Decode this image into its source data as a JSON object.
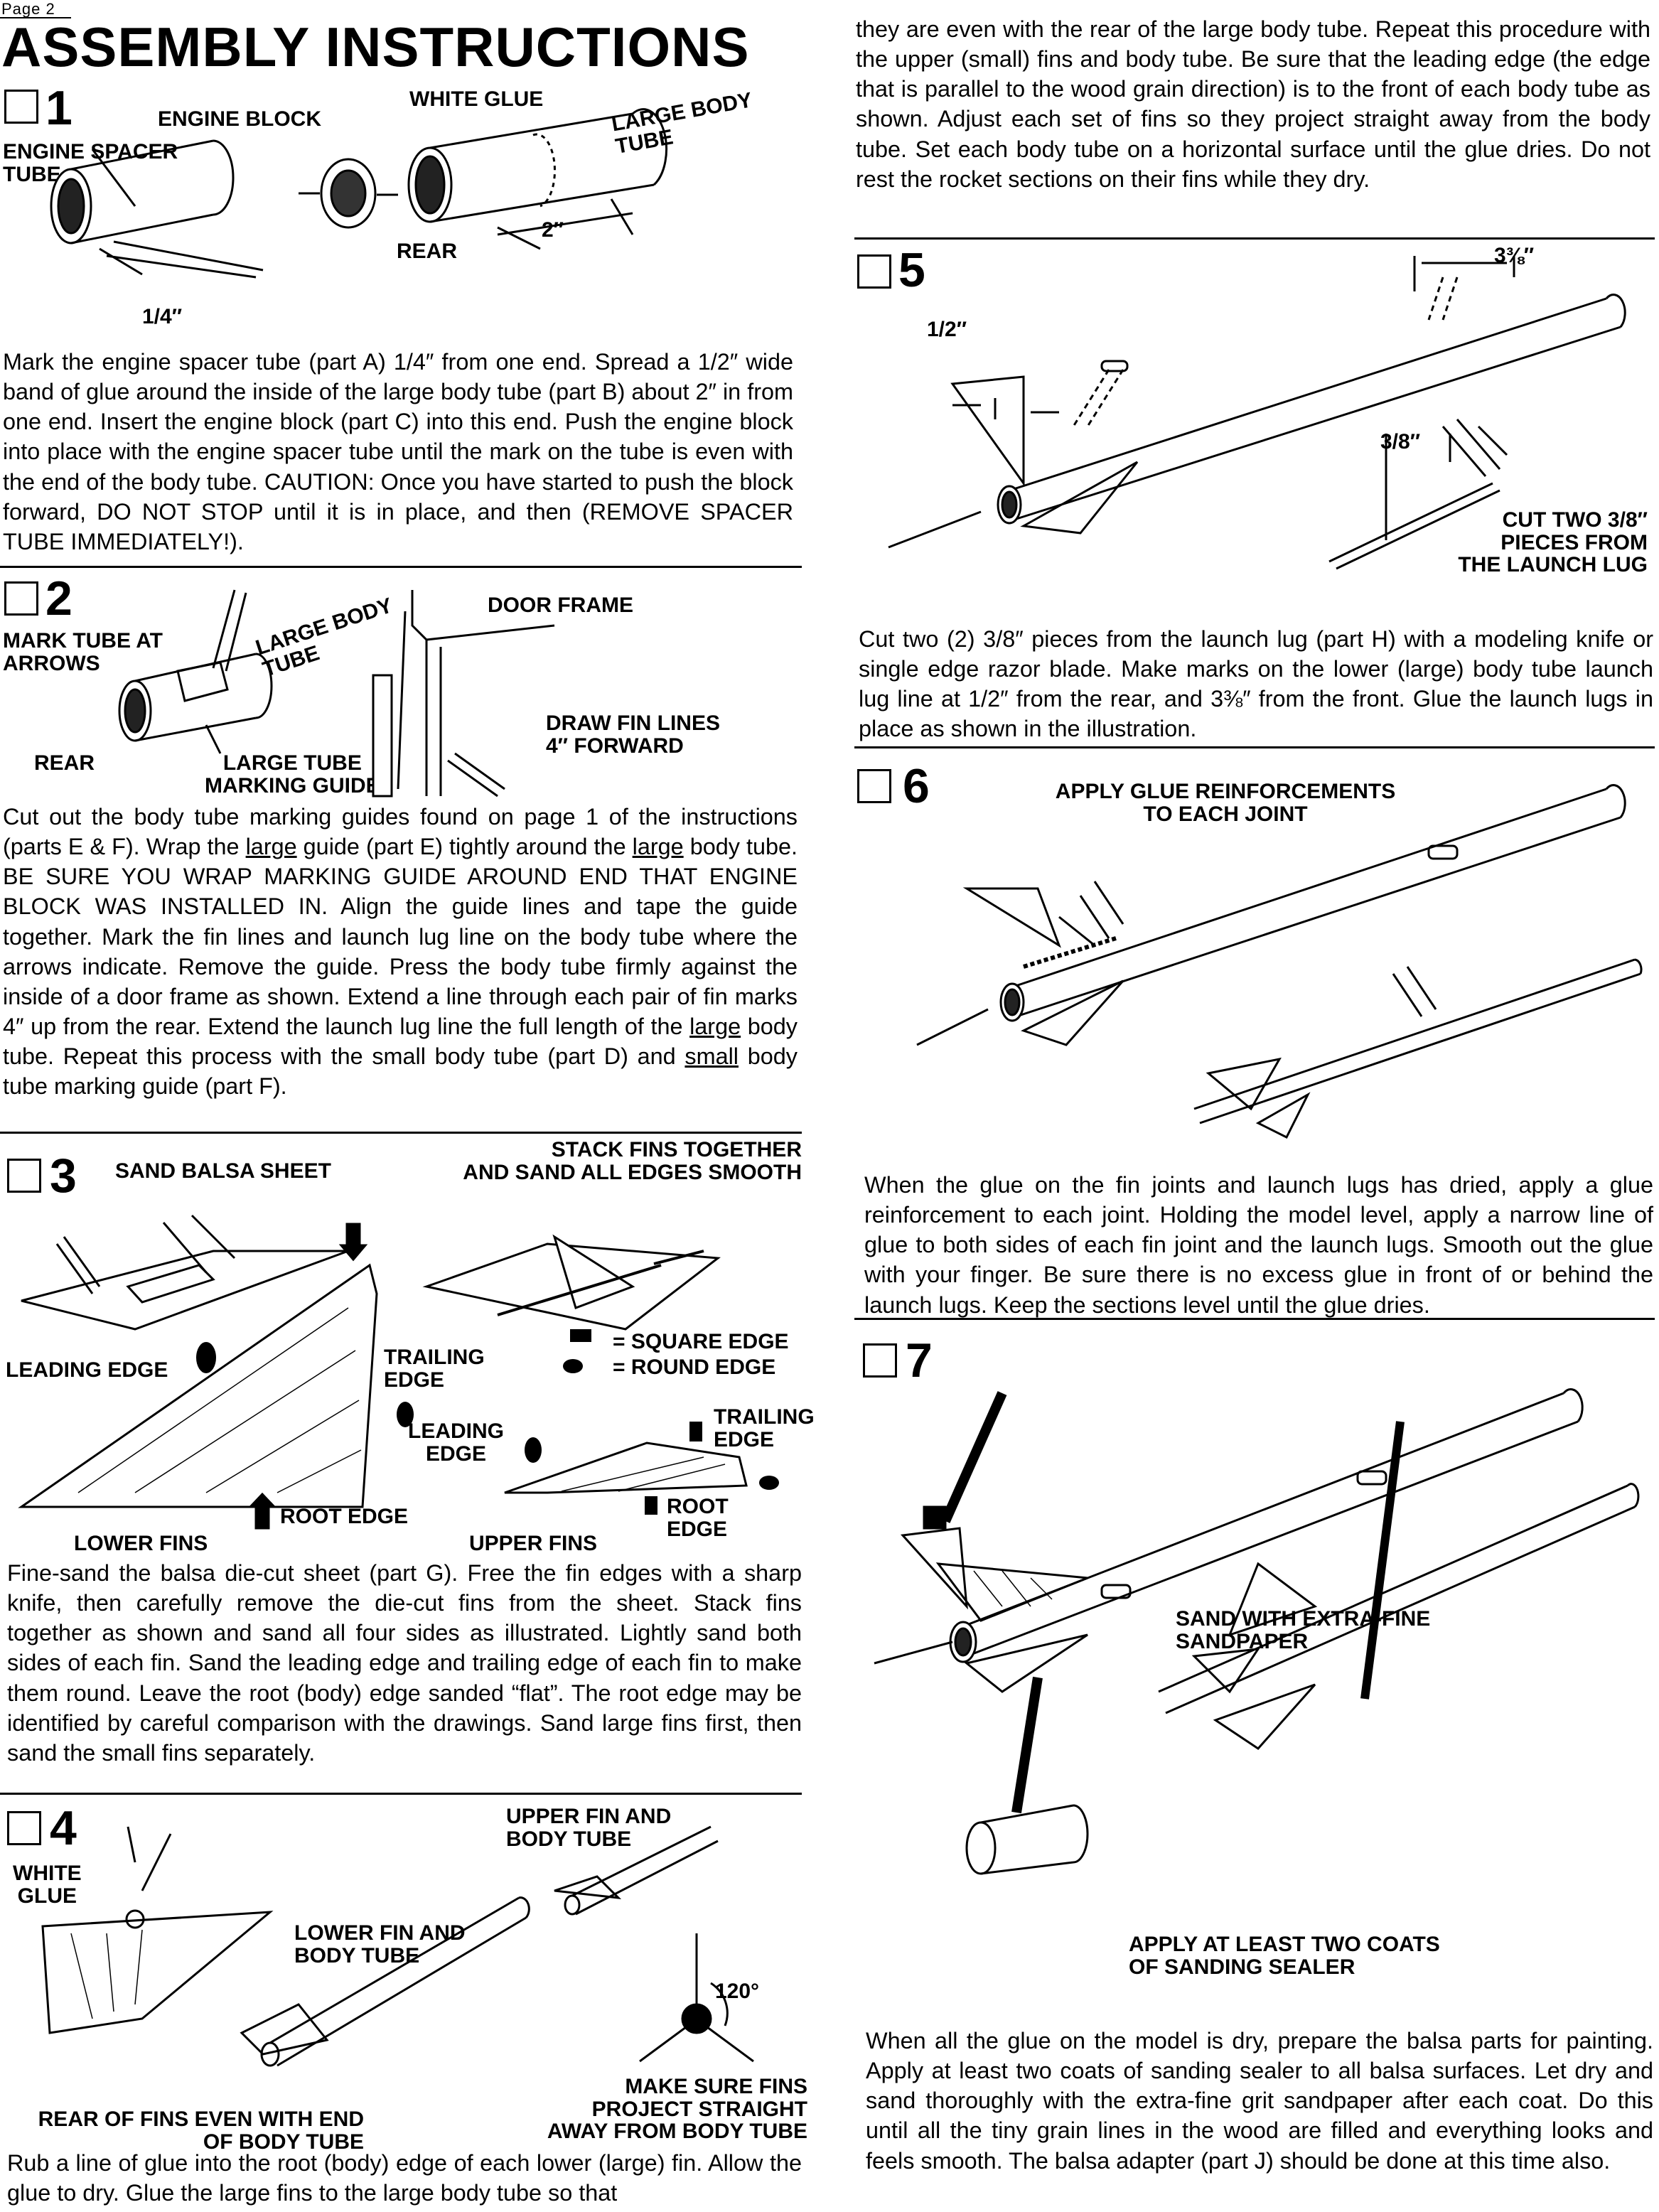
{
  "page_label": "Page 2",
  "title": "ASSEMBLY INSTRUCTIONS",
  "step1": {
    "number": "1",
    "labels": {
      "engine_block": "ENGINE BLOCK",
      "white_glue": "WHITE GLUE",
      "large_body_tube": "LARGE BODY\nTUBE",
      "engine_spacer_tube": "ENGINE SPACER\nTUBE",
      "rear": "REAR",
      "dim_2": "2″",
      "dim_quarter": "1/4″"
    },
    "text": "Mark the engine spacer tube (part A) 1/4″ from one end. Spread a 1/2″ wide band of glue around the inside of the large body tube (part B) about 2″ in from one end. Insert the engine block (part C) into this end. Push the engine block into place with the engine spacer tube until the mark on the tube is even with the end of the body tube. CAUTION: Once you have started to push the block forward, DO NOT STOP until it is in place, and then (REMOVE SPACER TUBE IMMEDIATELY!)."
  },
  "step2": {
    "number": "2",
    "labels": {
      "mark_tube": "MARK TUBE AT\nARROWS",
      "large_body_tube": "LARGE BODY\nTUBE",
      "door_frame": "DOOR FRAME",
      "draw_fin_lines": "DRAW FIN LINES\n4″ FORWARD",
      "rear": "REAR",
      "marking_guide": "LARGE TUBE\nMARKING GUIDE"
    },
    "text_p1": "Cut out the body tube marking guides found on page 1 of the instructions (parts E & F). Wrap the ",
    "u1": "large",
    "text_p2": " guide (part E) tightly around the ",
    "u2": "large",
    "text_p3": " body tube. BE SURE YOU WRAP MARKING GUIDE AROUND END THAT ENGINE BLOCK WAS INSTALLED IN. Align the guide lines and tape the guide together. Mark the fin lines and launch lug line on the body tube where the arrows indicate. Remove the guide. Press the body tube firmly against the inside of a door frame as shown. Extend a line through each pair of fin marks 4″ up from the rear. Extend the launch lug line the full length of the ",
    "u3": "large",
    "text_p4": " body tube. Repeat this process with the small body tube (part D) and ",
    "u4": "small",
    "text_p5": " body tube marking guide (part F)."
  },
  "step3": {
    "number": "3",
    "labels": {
      "sand_balsa": "SAND BALSA SHEET",
      "stack_fins": "STACK FINS TOGETHER\nAND SAND ALL EDGES SMOOTH",
      "leading_edge_lower": "LEADING EDGE",
      "trailing_edge_lower": "TRAILING\nEDGE",
      "square_edge": "= SQUARE EDGE",
      "round_edge": "= ROUND EDGE",
      "trailing_edge_upper": "TRAILING\nEDGE",
      "leading_edge_upper": "LEADING\nEDGE",
      "root_edge_lower": "ROOT EDGE",
      "root_edge_upper": "ROOT\nEDGE",
      "lower_fins": "LOWER FINS",
      "upper_fins": "UPPER FINS"
    },
    "text": "Fine-sand the balsa die-cut sheet (part G). Free the fin edges with a sharp knife, then carefully remove the die-cut fins from the sheet. Stack fins together as shown and sand all four sides as illustrated. Lightly sand both sides of each fin. Sand the leading edge and trailing edge of each fin to make them round. Leave the root (body) edge sanded “flat”. The root edge may be identified by careful comparison with the drawings. Sand large fins first, then sand the small fins separately."
  },
  "step4": {
    "number": "4",
    "labels": {
      "white_glue": "WHITE\nGLUE",
      "upper_fin": "UPPER FIN AND\nBODY TUBE",
      "lower_fin": "LOWER FIN AND\nBODY TUBE",
      "angle": "120°",
      "make_sure": "MAKE SURE FINS\nPROJECT STRAIGHT\nAWAY FROM BODY TUBE",
      "rear_of_fins": "REAR OF FINS EVEN WITH END\nOF BODY TUBE"
    },
    "text": "Rub a line of glue into the root (body) edge of each lower (large) fin. Allow the glue to dry. Glue the large fins to the large body tube so that"
  },
  "step4_cont": {
    "text": "they are even with the rear of the large body tube. Repeat this procedure with the upper (small) fins and body tube. Be sure that the leading edge (the edge that is parallel to the wood grain direction) is to the front of each body tube as shown. Adjust each set of fins so they project straight away from the body tube. Set each body tube on a horizontal surface until the glue dries. Do not rest the rocket sections on their fins while they dry."
  },
  "step5": {
    "number": "5",
    "labels": {
      "dim_front": "3⅜″",
      "dim_half": "1/2″",
      "dim_three_eighths": "3/8″",
      "cut_two": "CUT TWO 3/8″\nPIECES FROM\nTHE LAUNCH LUG"
    },
    "text": "Cut two (2) 3/8″ pieces from the launch lug (part H) with a modeling knife or single edge razor blade. Make marks on the lower (large) body tube launch lug line at 1/2″ from the rear, and 3⅜″ from the front. Glue the launch lugs in place as shown in the illustration."
  },
  "step6": {
    "number": "6",
    "labels": {
      "apply_glue": "APPLY GLUE REINFORCEMENTS\nTO EACH JOINT"
    },
    "text": "When the glue on the fin joints and launch lugs has dried, apply a glue reinforcement to each joint. Holding the model level, apply a narrow line of glue to both sides of each fin joint and the launch lugs. Smooth out the glue with your finger. Be sure there is no excess glue in front of or behind the launch lugs. Keep the sections level until the glue dries."
  },
  "step7": {
    "number": "7",
    "labels": {
      "sand_extra_fine": "SAND WITH EXTRA-FINE\nSANDPAPER",
      "apply_coats": "APPLY AT LEAST TWO COATS\nOF SANDING SEALER"
    },
    "text": "When all the glue on the model is dry, prepare the balsa parts for painting. Apply at least two coats of sanding sealer to all balsa surfaces. Let dry and sand thoroughly with the extra-fine grit sandpaper after each coat. Do this until all the tiny grain lines in the wood are filled and everything looks and feels smooth. The balsa adapter (part J) should be done at this time also."
  }
}
